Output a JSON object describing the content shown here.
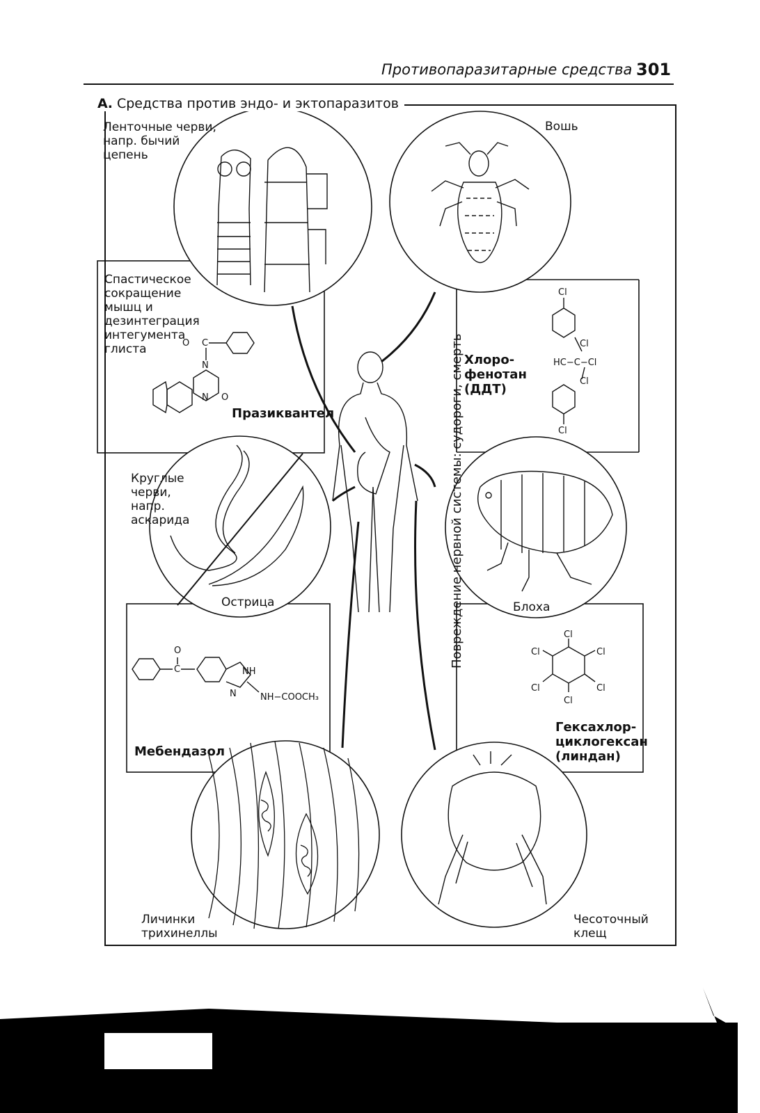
{
  "header": {
    "title": "Противопаразитарные средства",
    "page_number": "301"
  },
  "section": {
    "letter": "А.",
    "title": "Средства против эндо- и эктопаразитов"
  },
  "labels": {
    "tapeworm": "Ленточные черви,\nнапр. бычий\nцепень",
    "louse": "Вошь",
    "praziquantel_effect": "Спастическое\nсокращение\nмышц и\nдезинтеграция\nинтегумента\nглиста",
    "praziquantel": "Празиквантел",
    "roundworm": "Круглые\nчерви,\nнапр.\nаскарида",
    "pinworm": "Острица",
    "flea": "Блоха",
    "mebendazole": "Мебендазол",
    "trichinella": "Личинки\nтрихинеллы",
    "mite": "Чесоточный\nклещ",
    "ddt": "Хлоро-\nфенотан\n(ДДТ)",
    "lindane": "Гексахлор-\nциклогексан\n(линдан)",
    "side_effect": "Повреждение нервной системы: судороги, смерть"
  },
  "chemistry": {
    "prazi_o": "O",
    "prazi_c": "C",
    "prazi_n1": "N",
    "prazi_n2": "N",
    "prazi_o2": "O",
    "mebend_o": "O",
    "mebend_c": "C",
    "mebend_nh": "NH",
    "mebend_n": "N",
    "mebend_sub": "NH−COOCH₃",
    "ddt_cl_top": "Cl",
    "ddt_cl_mid_top": "Cl",
    "ddt_hc": "HC−C−Cl",
    "ddt_cl_mid_bot": "Cl",
    "ddt_cl_bot": "Cl",
    "lind_cl1": "Cl",
    "lind_cl2": "Cl",
    "lind_cl3": "Cl",
    "lind_cl4": "Cl",
    "lind_cl5": "Cl",
    "lind_cl6": "Cl"
  }
}
